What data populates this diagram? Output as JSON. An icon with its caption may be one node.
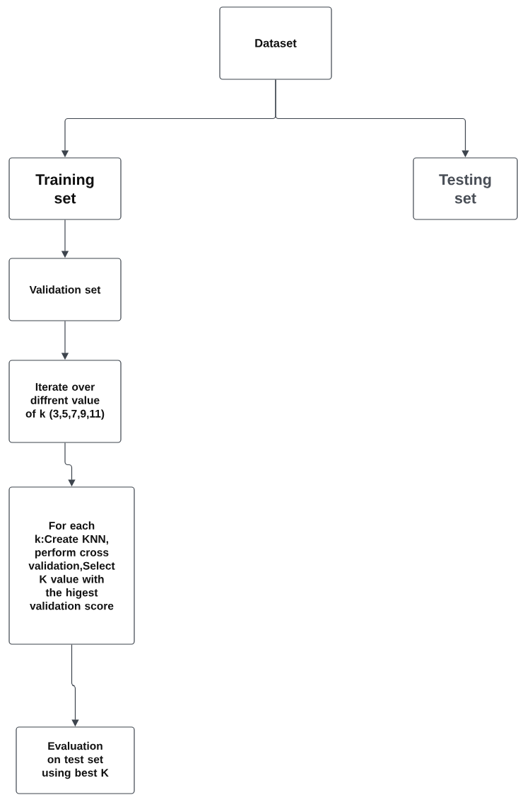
{
  "diagram": {
    "nodes": [
      {
        "text": [
          "Dataset"
        ]
      },
      {
        "text": [
          "Training set"
        ]
      },
      {
        "text": [
          "Testing set"
        ]
      },
      {
        "text": [
          "Validation set"
        ]
      },
      {
        "text": [
          "Iterate over diffrent value of k (3,5,7,9,11)"
        ]
      },
      {
        "text": [
          "For each k:Create KNN, perform cross validation,Select K value with the higest validation score"
        ]
      },
      {
        "text": [
          "Evaluation on test set using best K"
        ]
      }
    ],
    "edges": [
      {
        "from": 0,
        "to": 1,
        "arrow": "to"
      },
      {
        "from": 0,
        "to": 2,
        "arrow": "to"
      },
      {
        "from": 1,
        "to": 3,
        "arrow": "to"
      },
      {
        "from": 3,
        "to": 4,
        "arrow": "to"
      },
      {
        "from": 4,
        "to": 5,
        "arrow": "to"
      },
      {
        "from": 5,
        "to": 6,
        "arrow": "to"
      }
    ]
  }
}
